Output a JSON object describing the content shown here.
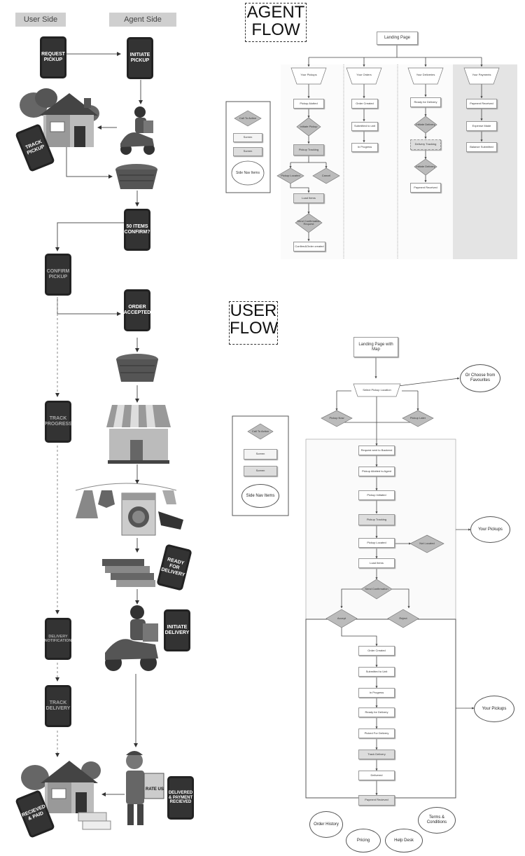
{
  "left": {
    "headers": {
      "user": "User Side",
      "agent": "Agent Side"
    },
    "phones": {
      "request_pickup": "REQUEST PICKUP",
      "initiate_pickup": "INITIATE PICKUP",
      "track_pickup": "TRACK PICKUP",
      "items_confirm": "50 ITEMS CONFIRM?",
      "confirm_pickup": "CONFIRM PICKUP",
      "order_accepted": "ORDER ACCEPTED",
      "track_progress": "TRACK PROGRESS",
      "ready_delivery": "READY FOR DELIVERY",
      "delivery_notification": "DELIVERY NOTIFICATION",
      "initiate_delivery": "INITIATE DELIVERY",
      "track_delivery": "TRACK DELIVERY",
      "delivered_paid": "DELIVERED & PAYMENT RECIEVED",
      "recieved_paid": "RECIEVED & PAID"
    },
    "rate_us": "RATE US"
  },
  "agent_flow": {
    "title": "AGENT FLOW",
    "landing": "Landing Page",
    "columns": {
      "pickups": "Your Pickups",
      "orders": "Your Orders",
      "deliveries": "Your Deliveries",
      "payments": "Your Payments"
    },
    "pickups_col": {
      "pickup_alotted": "Pickup Alotted",
      "initiate_pickup": "Initiate Pickup",
      "pickup_tracking": "Pickup Tracking",
      "pickup_located": "Pickup Located",
      "cancel": "Cancel",
      "load_items": "Load Items",
      "send_confirmation": "Send Confirmation Request",
      "confirm_order": "Confirm&Order created"
    },
    "orders_col": {
      "order_created": "Order Created",
      "submitted_to_unit": "Submitted to unit",
      "in_progress": "In Progress"
    },
    "deliveries_col": {
      "ready_for_delivery": "Ready for Delivery",
      "initiate_delivery": "Initiate Delivery",
      "delivery_tracking": "Delivery Tracking",
      "initiate_delivery_2": "Initiate Delivery",
      "payment_received": "Payment Received"
    },
    "payments_col": {
      "payment_received": "Payment Received",
      "expense_made": "Expense Made",
      "balance_submitted": "Balance Submitted"
    },
    "legend": {
      "cta": "Call To Action",
      "a": "Screen",
      "b": "Screen",
      "nav": "Side Nav Items"
    }
  },
  "user_flow": {
    "title": "USER FLOW",
    "landing": "Landing Page with Map",
    "select_location": "Select Pickup Location",
    "favourites": "Or Choose from Favourites",
    "pickup_now": "Pickup Now",
    "pickup_later": "Pickup Later",
    "steps1": [
      "Request sent to Backend",
      "Pickup Allotted to Agent",
      "Pickup Initiated",
      "Pickup Tracking",
      "Pickup Located",
      "Load Items"
    ],
    "not_located": "Not Located",
    "your_pickups_1": "Your Pickups",
    "send_confirmation": "Send Confirmation",
    "accept": "Accept",
    "reject": "Reject",
    "steps2": [
      "Order Created",
      "Submitted to Unit",
      "In Progress",
      "Ready for Delivery",
      "Picked For Delivery",
      "Track Delivery",
      "Delivered",
      "Payment Recieved"
    ],
    "your_pickups_2": "Your Pickups",
    "legend": {
      "cta": "Call To Action",
      "a": "Screen",
      "b": "Screen",
      "nav": "Side Nav Items"
    },
    "bottom": {
      "order_history": "Order History",
      "pricing": "Pricing",
      "help_desk": "Help Desk",
      "terms": "Terms & Conditions"
    }
  }
}
